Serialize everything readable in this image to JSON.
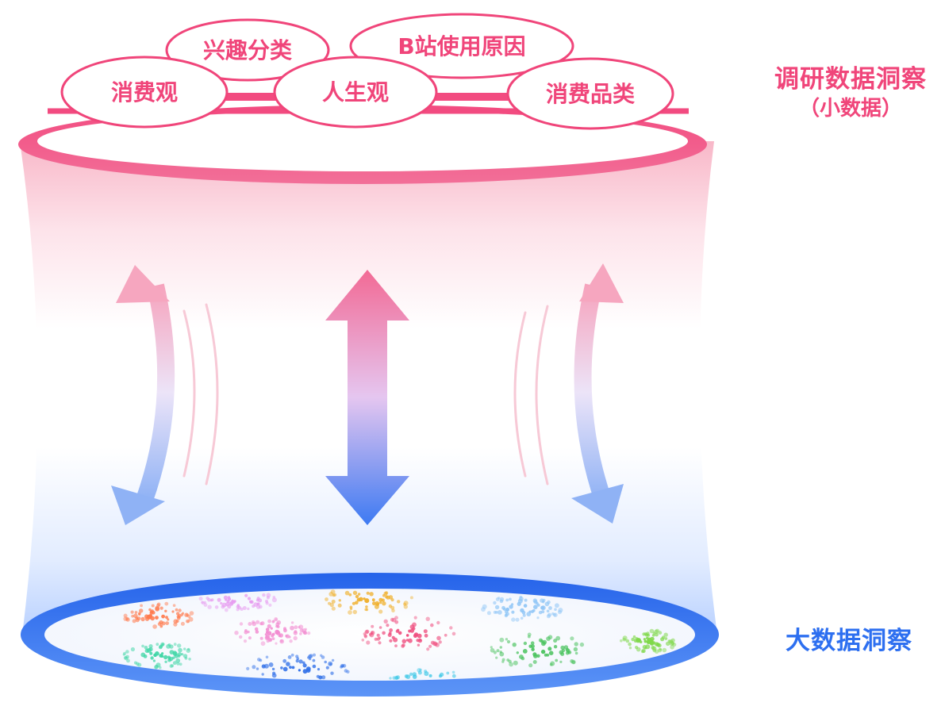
{
  "survey": {
    "title": "调研数据洞察",
    "subtitle": "（小数据）",
    "tags": [
      "兴趣分类",
      "B站使用原因",
      "消费观",
      "人生观",
      "消费品类"
    ]
  },
  "big_data": {
    "title": "大数据洞察"
  },
  "colors": {
    "pink": "#f0457a",
    "pink_light": "#fbd0dc",
    "blue": "#2f73f0",
    "blue_light": "#cfe0ff",
    "clusters": [
      "#ff7a4d",
      "#e79cf0",
      "#f0b02c",
      "#8cc4f6",
      "#3fd6a6",
      "#f28ad0",
      "#ef4f7f",
      "#49c25d",
      "#7fd84a",
      "#2f6fe8",
      "#39c6e6"
    ]
  },
  "icons": {
    "center_arrow": "double-arrow-vertical",
    "side_arrows": "curved-double-arrow"
  }
}
